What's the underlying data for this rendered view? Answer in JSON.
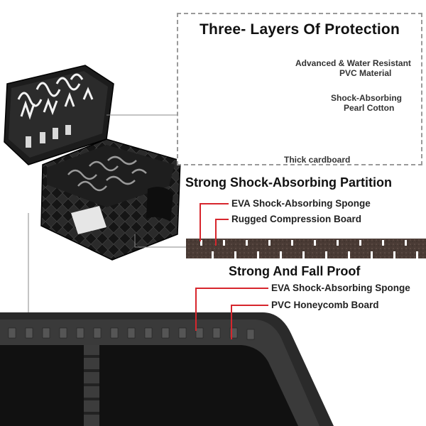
{
  "protection": {
    "title": "Three- Layers Of Protection",
    "layer1": "Advanced & Water Resistant",
    "layer1b": "PVC Material",
    "layer2": "Shock-Absorbing",
    "layer2b": "Pearl Cotton",
    "layer3": "Thick cardboard"
  },
  "partition": {
    "title": "Strong Shock-Absorbing Partition",
    "item1": "EVA Shock-Absorbing Sponge",
    "item2": "Rugged Compression Board"
  },
  "fallproof": {
    "title": "Strong And Fall Proof",
    "item1": "EVA Shock-Absorbing Sponge",
    "item2": "PVC Honeycomb Board"
  },
  "colors": {
    "accent_red": "#d7262d",
    "case_black": "#1b1b1b",
    "board_brown": "#4a3b35"
  }
}
